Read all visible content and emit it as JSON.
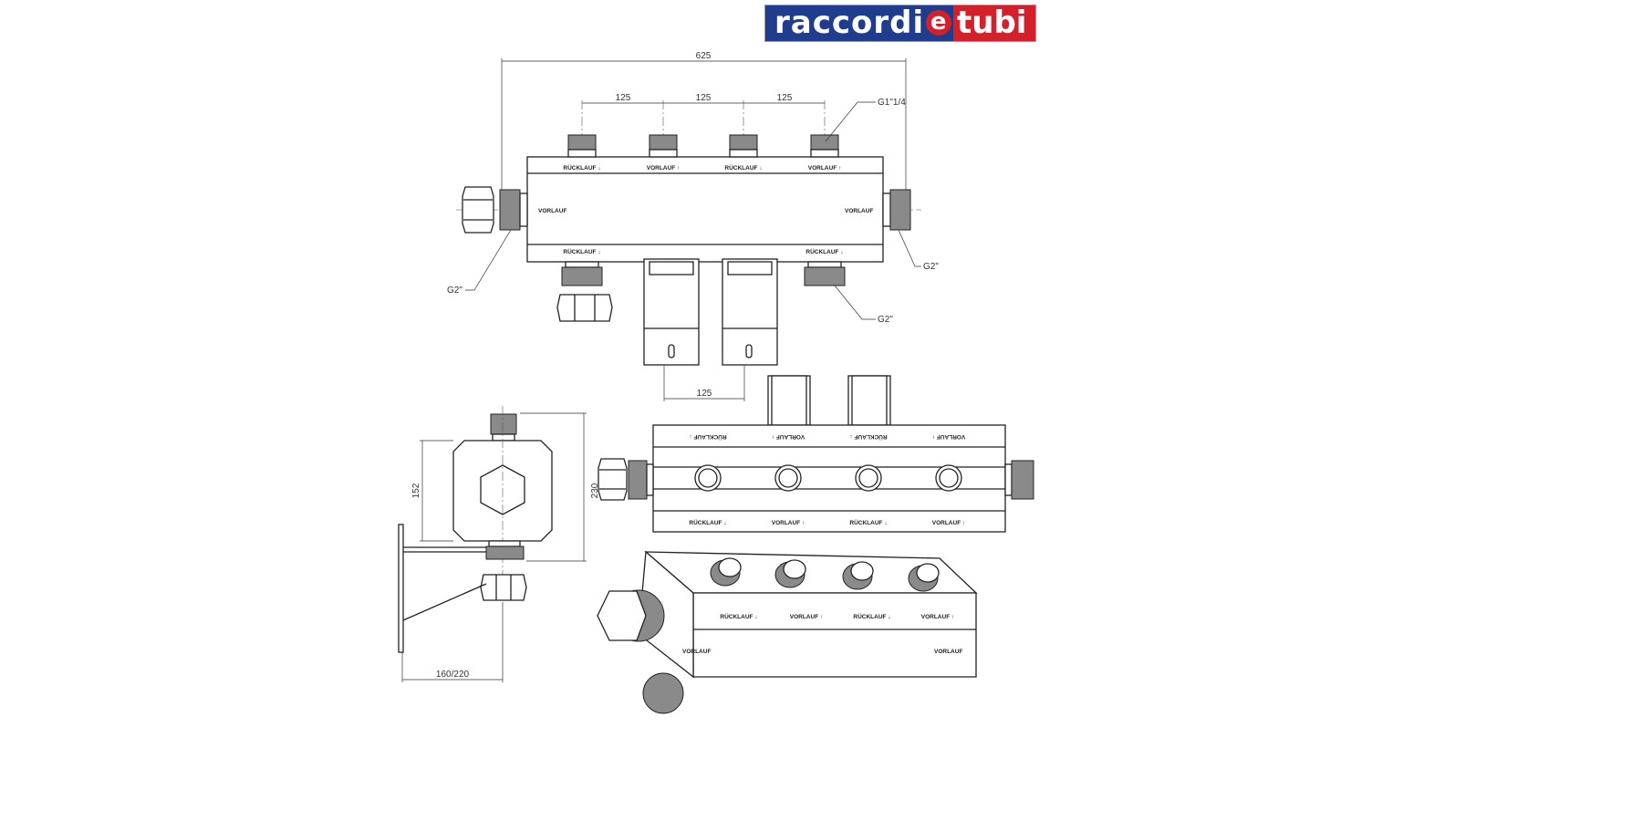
{
  "logo": {
    "part1": "raccordi",
    "part2": "e",
    "part3": "tubi",
    "colors": {
      "blue": "#1f3d8c",
      "red": "#d4202a"
    }
  },
  "top_view": {
    "dim_total": "625",
    "dim_spacing": [
      "125",
      "125",
      "125"
    ],
    "dim_bracket": "125",
    "thread_top": "G1\"1/4",
    "thread_left": "G2\"",
    "thread_right": "G2\"",
    "thread_bottom": "G2\"",
    "port_labels_top": [
      "RÜCKLAUF ↓",
      "VORLAUF ↑",
      "RÜCKLAUF ↓",
      "VORLAUF ↑"
    ],
    "port_labels_bottom": [
      "RÜCKLAUF ↓",
      "RÜCKLAUF ↓"
    ],
    "side_label_left": "VORLAUF",
    "side_label_right": "VORLAUF"
  },
  "side_view": {
    "dim_height_inner": "152",
    "dim_height_total": "230",
    "dim_depth": "160/220"
  },
  "front_view": {
    "labels_top": [
      "RÜCKLAUF ↓",
      "VORLAUF ↑",
      "RÜCKLAUF ↓",
      "VORLAUF ↑"
    ],
    "labels_bottom": [
      "RÜCKLAUF ↓",
      "VORLAUF ↑",
      "RÜCKLAUF ↓",
      "VORLAUF ↑"
    ]
  },
  "iso_view": {
    "labels": [
      "RÜCKLAUF ↓",
      "VORLAUF ↑",
      "RÜCKLAUF ↓",
      "VORLAUF ↑"
    ],
    "end_label_left": "VORLAUF",
    "end_label_right": "VORLAUF"
  }
}
